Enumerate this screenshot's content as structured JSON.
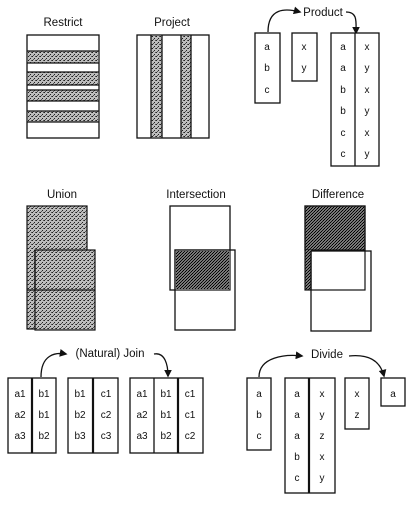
{
  "titles": {
    "restrict": "Restrict",
    "project": "Project",
    "product": "Product",
    "union": "Union",
    "intersection": "Intersection",
    "difference": "Difference",
    "join": "(Natural) Join",
    "divide": "Divide"
  },
  "product": {
    "left": [
      "a",
      "b",
      "c"
    ],
    "right": [
      "x",
      "y"
    ],
    "result_col1": [
      "a",
      "a",
      "b",
      "b",
      "c",
      "c"
    ],
    "result_col2": [
      "x",
      "y",
      "x",
      "y",
      "x",
      "y"
    ]
  },
  "join": {
    "t1_col1": [
      "a1",
      "a2",
      "a3"
    ],
    "t1_col2": [
      "b1",
      "b1",
      "b2"
    ],
    "t2_col1": [
      "b1",
      "b2",
      "b3"
    ],
    "t2_col2": [
      "c1",
      "c2",
      "c3"
    ],
    "r_col1": [
      "a1",
      "a2",
      "a3"
    ],
    "r_col2": [
      "b1",
      "b1",
      "b2"
    ],
    "r_col3": [
      "c1",
      "c1",
      "c2"
    ]
  },
  "divide": {
    "left": [
      "a",
      "b",
      "c"
    ],
    "mid_col1": [
      "a",
      "a",
      "a",
      "b",
      "c"
    ],
    "mid_col2": [
      "x",
      "y",
      "z",
      "x",
      "y"
    ],
    "divisor": [
      "x",
      "z"
    ],
    "result": [
      "a"
    ]
  }
}
